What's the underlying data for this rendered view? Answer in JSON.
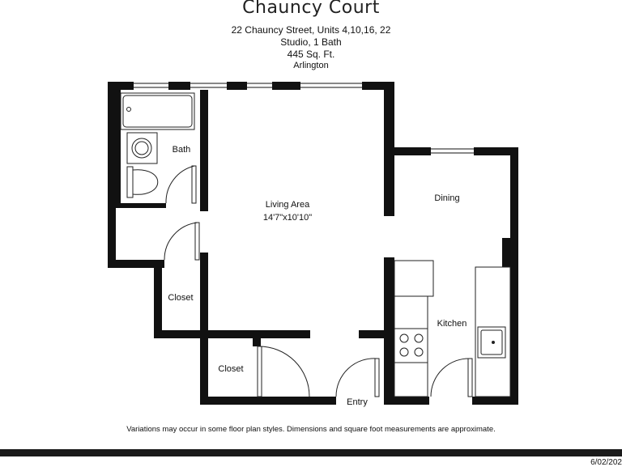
{
  "header": {
    "title": "Chauncy Court",
    "address": "22 Chauncy Street, Units  4,10,16, 22",
    "unit_type": "Studio, 1 Bath",
    "area": "445 Sq. Ft.",
    "city": "Arlington"
  },
  "rooms": {
    "bath": "Bath",
    "living": "Living Area",
    "living_dims": "14'7\"x10'10\"",
    "dining": "Dining",
    "kitchen": "Kitchen",
    "closet_left": "Closet",
    "closet_bottom": "Closet",
    "entry": "Entry"
  },
  "footer": {
    "disclaimer": "Variations may occur in some floor plan styles. Dimensions and square foot measurements are approximate.",
    "date": "6/02/202"
  }
}
